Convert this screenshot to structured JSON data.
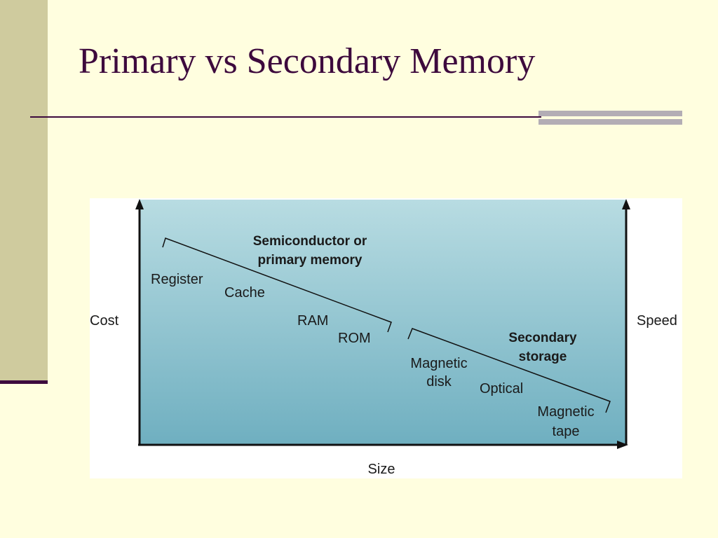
{
  "slide": {
    "title": "Primary vs Secondary Memory"
  },
  "diagram": {
    "axes": {
      "left": "Cost",
      "right": "Speed",
      "bottom": "Size"
    },
    "groups": {
      "primary_line1": "Semiconductor or",
      "primary_line2": "primary memory",
      "secondary_line1": "Secondary",
      "secondary_line2": "storage"
    },
    "items": {
      "register": "Register",
      "cache": "Cache",
      "ram": "RAM",
      "rom": "ROM",
      "magnetic_disk_line1": "Magnetic",
      "magnetic_disk_line2": "disk",
      "optical": "Optical",
      "magnetic_tape_line1": "Magnetic",
      "magnetic_tape_line2": "tape"
    }
  },
  "colors": {
    "background": "#FFFEDF",
    "title": "#3D0A3D",
    "sidebar": "#CFCB9E",
    "diagram_gradient_top": "#B8DCE2",
    "diagram_gradient_bottom": "#6FAFC0"
  }
}
